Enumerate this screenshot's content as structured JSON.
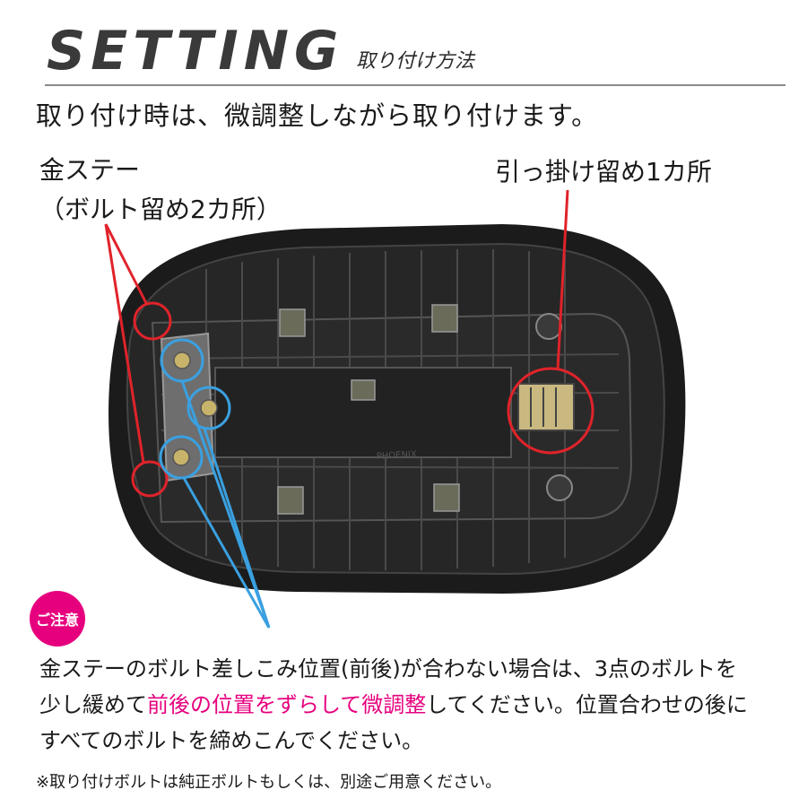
{
  "header": {
    "title": "SETTING",
    "subtitle": "取り付け方法"
  },
  "intro": "取り付け時は、微調整しながら取り付けます。",
  "callouts": {
    "left_line1": "金ステー",
    "left_line2": "（ボルト留め2カ所）",
    "right": "引っ掛け留め1カ所"
  },
  "photo": {
    "brand_mark": "PHOENIX",
    "colors": {
      "seat": "#1b1b1b",
      "red_circle": "#e0232a",
      "blue_circle": "#3aa0e0"
    }
  },
  "caution": {
    "badge": "ご注意",
    "line1": "金ステーのボルト差しこみ位置(前後)が合わない場合は、3点のボルトを",
    "line2_a": "少し緩めて",
    "line2_pink": "前後の位置をずらして微調整",
    "line2_b": "してください。位置合わせの後に",
    "line3": "すべてのボルトを締めこんでください。",
    "accent": "#e6007e"
  },
  "footnote": "※取り付けボルトは純正ボルトもしくは、別途ご用意ください。"
}
